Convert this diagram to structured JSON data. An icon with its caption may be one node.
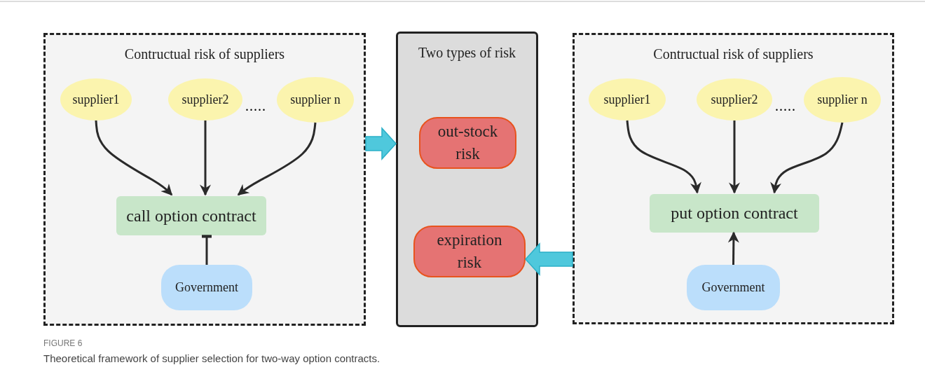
{
  "diagram": {
    "title": "FIGURE 6",
    "caption": "Theoretical framework of supplier selection for two-way option contracts.",
    "nodes": [
      {
        "text": [
          "Contructual risk of suppliers"
        ]
      },
      {
        "text": [
          "supplier1"
        ],
        "in": 0
      },
      {
        "text": [
          "supplier2"
        ],
        "in": 0
      },
      {
        "text": [
          "supplier n"
        ],
        "in": 0
      },
      {
        "text": [
          "call option contract"
        ],
        "in": 0
      },
      {
        "text": [
          "Government"
        ],
        "in": 0
      },
      {
        "text": [
          "Two types of risk"
        ]
      },
      {
        "text": [
          "out-stock risk"
        ],
        "in": 6
      },
      {
        "text": [
          "expiration risk"
        ],
        "in": 6
      },
      {
        "text": [
          "Contructual risk of suppliers"
        ]
      },
      {
        "text": [
          "supplier1"
        ],
        "in": 9
      },
      {
        "text": [
          "supplier2"
        ],
        "in": 9
      },
      {
        "text": [
          "supplier n"
        ],
        "in": 9
      },
      {
        "text": [
          "put option contract"
        ],
        "in": 9
      },
      {
        "text": [
          "Government"
        ],
        "in": 9
      }
    ],
    "edges": [
      {
        "from": 1,
        "to": 4,
        "arrow": "to"
      },
      {
        "from": 2,
        "to": 4,
        "arrow": "to"
      },
      {
        "from": 3,
        "to": 4,
        "arrow": "to"
      },
      {
        "from": 5,
        "to": 4,
        "arrow": "other"
      },
      {
        "from": 0,
        "to": 6,
        "arrow": "to",
        "style": "thick",
        "color": "#4fc8dc"
      },
      {
        "from": 10,
        "to": 13,
        "arrow": "to"
      },
      {
        "from": 11,
        "to": 13,
        "arrow": "to"
      },
      {
        "from": 12,
        "to": 13,
        "arrow": "to"
      },
      {
        "from": 14,
        "to": 13,
        "arrow": "to"
      },
      {
        "from": 9,
        "to": 8,
        "arrow": "to",
        "style": "thick",
        "color": "#4fc8dc"
      }
    ],
    "labels": [
      ".....",
      "....."
    ]
  }
}
